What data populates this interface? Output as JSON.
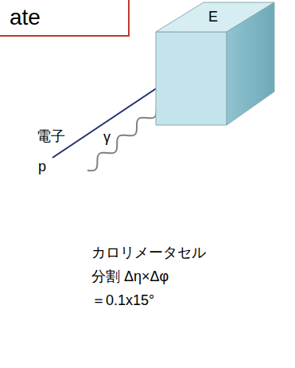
{
  "diagram": {
    "nodes": [
      {
        "text": [
          "ate"
        ]
      },
      {
        "text": [
          "E"
        ]
      }
    ],
    "labels": [
      "電子",
      "p",
      "γ",
      "カロリメータセル",
      "分割 Δη×Δφ",
      "＝0.1x15°"
    ]
  }
}
